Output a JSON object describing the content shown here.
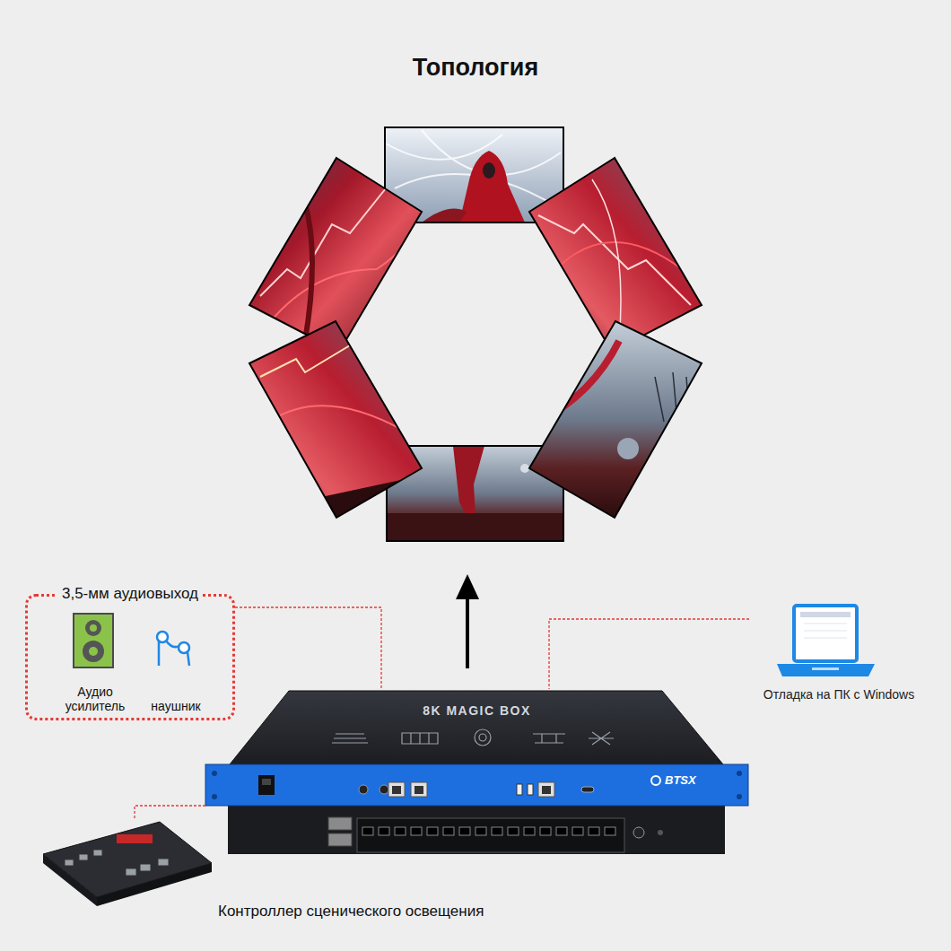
{
  "diagram": {
    "title": "Топология",
    "nodes": [
      {
        "text": [
          "3,5-мм аудиовыход"
        ]
      },
      {
        "text": [
          "Аудио усилитель"
        ],
        "in": 0
      },
      {
        "text": [
          "наушник"
        ],
        "in": 0
      },
      {
        "text": [
          "8K MAGIC BOX",
          "BTSX"
        ]
      },
      {
        "text": [
          "Отладка на ПК с Windows"
        ]
      },
      {
        "text": [
          "Контроллер сценического освещения"
        ]
      }
    ],
    "edges": [
      {
        "from": 0,
        "to": 3,
        "arrow": "none"
      },
      {
        "from": 4,
        "to": 3,
        "arrow": "none"
      },
      {
        "from": 5,
        "to": 3,
        "arrow": "none"
      }
    ]
  }
}
